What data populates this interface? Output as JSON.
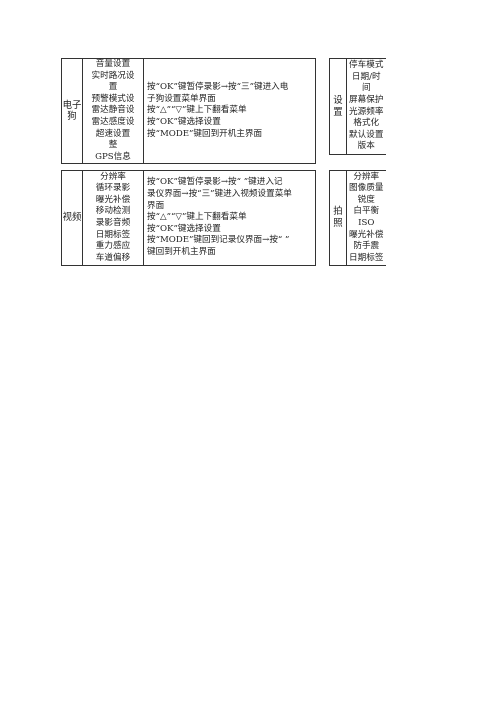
{
  "table1": {
    "left": {
      "category": [
        "电子",
        "狗"
      ],
      "items": [
        "音量设置",
        "实时路况设",
        "置",
        "预警模式设",
        "雷达静音设",
        "雷达感度设",
        "超速设置",
        "整",
        "GPS信息"
      ],
      "instructions": [
        "按“OK”键暂停录影→按“三”键进入电",
        "子狗设置菜单界面",
        "按“△”“▽”键上下翻看菜单",
        "按“OK”键选择设置",
        "按“MODE”键回到开机主界面"
      ]
    },
    "right": {
      "category": "设置",
      "items": [
        "停车模式",
        "日期/时",
        "间",
        "屏幕保护",
        "光源频率",
        "格式化",
        "默认设置",
        "版本"
      ]
    }
  },
  "table2": {
    "left": {
      "category": "视频",
      "items": [
        "分辨率",
        "循环录影",
        "曝光补偿",
        "移动检测",
        "录影音频",
        "日期标签",
        "重力感应",
        "车道偏移"
      ],
      "instructions": [
        "按“OK”键暂停录影→按“ ”键进入记",
        "录仪界面→按“三”键进入视频设置菜单",
        "界面",
        "按“△”“▽”键上下翻看菜单",
        "按“OK”键选择设置",
        "按“MODE”键回到记录仪界面→按“ ”",
        "键回到开机主界面"
      ]
    },
    "right": {
      "category": "拍照",
      "items": [
        "分辨率",
        "图像质量",
        "锐度",
        "白平衡",
        "ISO",
        "曝光补偿",
        "防手震",
        "日期标签"
      ]
    }
  }
}
